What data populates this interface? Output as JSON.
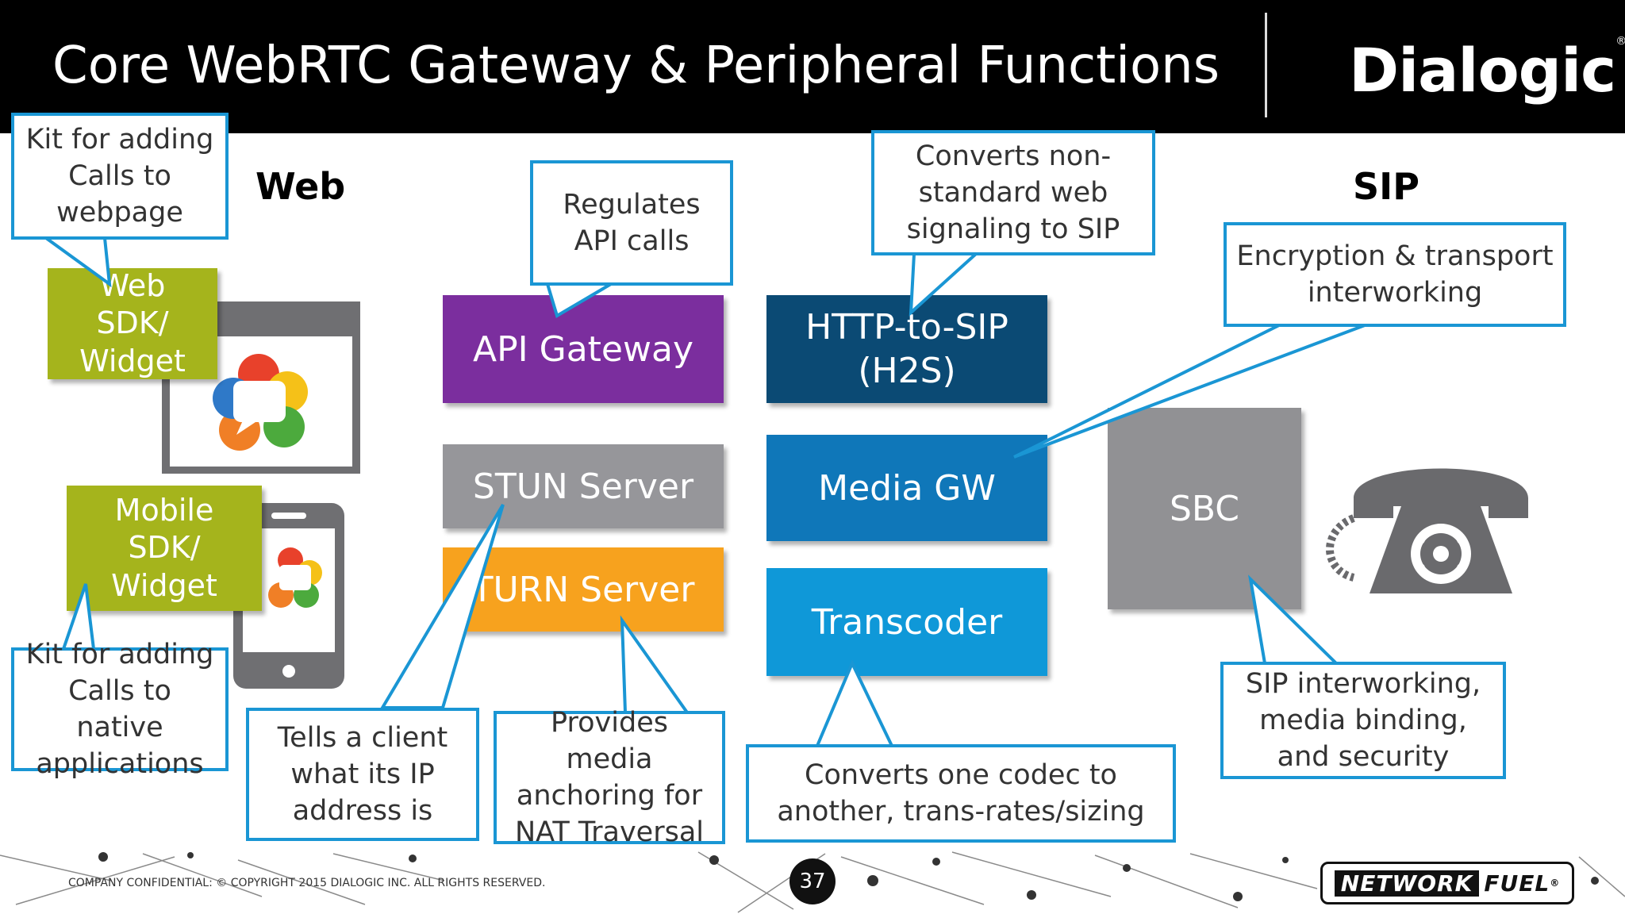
{
  "header": {
    "title": "Core WebRTC Gateway & Peripheral Functions",
    "logo": "Dialogic",
    "logo_mark": "®"
  },
  "sections": {
    "web": "Web",
    "sip": "SIP"
  },
  "boxes": {
    "web_sdk": {
      "label": "Web SDK/ Widget",
      "color": "#a5b41c"
    },
    "mobile_sdk": {
      "label": "Mobile SDK/ Widget",
      "color": "#a5b41c"
    },
    "api_gateway": {
      "label": "API Gateway",
      "color": "#7b2e9e"
    },
    "stun": {
      "label": "STUN Server",
      "color": "#96969a"
    },
    "turn": {
      "label": "TURN Server",
      "color": "#f7a21e"
    },
    "h2s": {
      "label": "HTTP-to-SIP (H2S)",
      "color": "#0b4a74"
    },
    "media_gw": {
      "label": "Media GW",
      "color": "#0f77b9"
    },
    "transcoder": {
      "label": "Transcoder",
      "color": "#0f98d8"
    },
    "sbc": {
      "label": "SBC",
      "color": "#919194"
    }
  },
  "callouts": {
    "web_kit": "Kit for adding Calls to webpage",
    "native_kit": "Kit for adding Calls to native applications",
    "api_regulate": "Regulates API calls",
    "h2s_convert": "Converts non-standard web signaling to SIP",
    "encryption": "Encryption & transport interworking",
    "stun_tells": "Tells a client what its IP address is",
    "turn_provides": "Provides media anchoring for NAT Traversal",
    "transcoder_converts": "Converts one codec to another, trans-rates/sizing",
    "sbc_interworking": "SIP interworking, media binding, and security"
  },
  "footer": {
    "confidential": "COMPANY CONFIDENTIAL:  © COPYRIGHT 2015 DIALOGIC INC.  ALL RIGHTS RESERVED.",
    "page": "37",
    "brand_a": "NETWORK",
    "brand_b": "FUEL",
    "brand_mark": "®"
  },
  "colors": {
    "callout_border": "#1a96d4",
    "header_bg": "#000000"
  },
  "icons": [
    "browser-window-icon",
    "webrtc-logo-icon",
    "mobile-phone-icon",
    "telephone-icon"
  ]
}
